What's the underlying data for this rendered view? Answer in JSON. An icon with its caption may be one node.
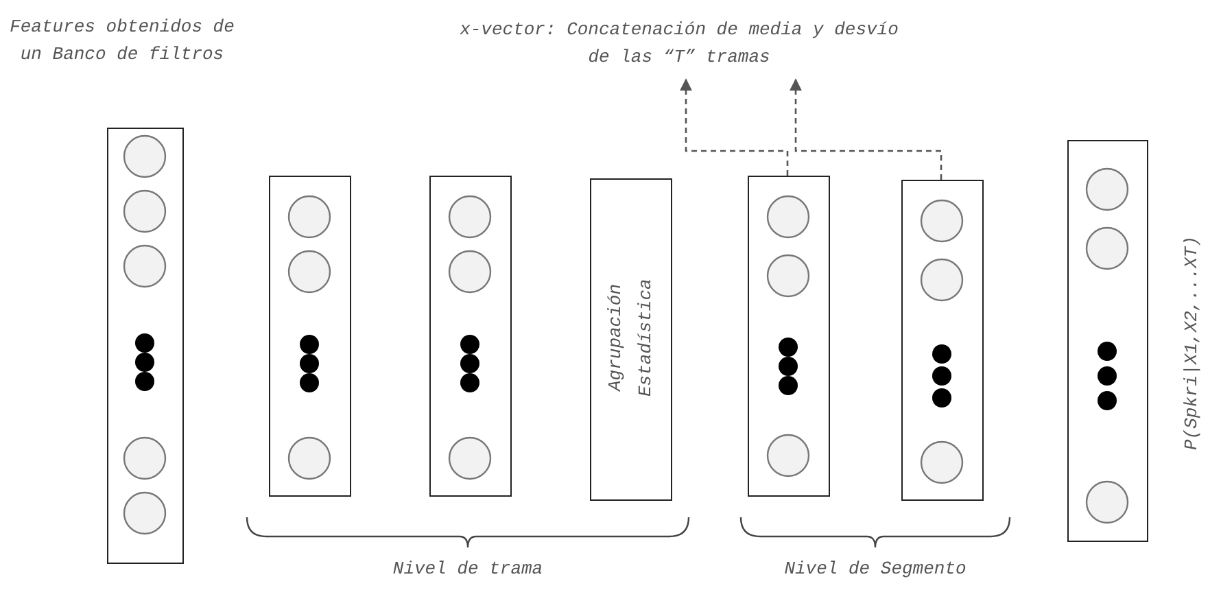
{
  "diagram": {
    "nodes": [
      {
        "text": [
          "Features obtenidos de un Banco de filtros"
        ]
      },
      {
        "text": [],
        "shape": "box"
      },
      {
        "text": [],
        "shape": "box"
      },
      {
        "text": [
          "Agrupación Estadística"
        ]
      },
      {
        "text": [],
        "shape": "box"
      },
      {
        "text": [],
        "shape": "box"
      },
      {
        "text": [],
        "shape": "box",
        "beside": [
          "P(Spkri|X1,X2,...XT)"
        ]
      },
      {
        "text": [
          "x-vector: Concatenación de media y desvío de las “T” tramas"
        ]
      }
    ],
    "edges": [
      {
        "from": 4,
        "to": 7,
        "arrow": "to",
        "style": "dashed"
      },
      {
        "from": 5,
        "to": 7,
        "arrow": "to",
        "style": "dashed"
      }
    ],
    "labels": [
      "Nivel de trama",
      "Nivel de Segmento"
    ]
  }
}
